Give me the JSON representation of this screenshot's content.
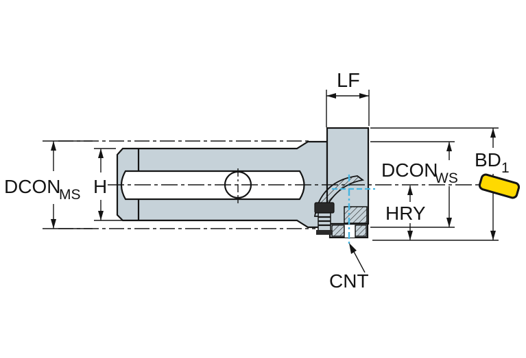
{
  "diagram": {
    "type": "technical-drawing",
    "subject": "boring-bar adapter with clamped head and cutting insert, side section view",
    "labels": {
      "dcon_ms_base": "DCON",
      "dcon_ms_sub": "MS",
      "h": "H",
      "lf": "LF",
      "dcon_ws_base": "DCON",
      "dcon_ws_sub": "WS",
      "bd_base": "BD",
      "bd_sub": "1",
      "hry": "HRY",
      "cnt": "CNT"
    },
    "colors": {
      "body": "#c6d2d9",
      "bore": "#ffffff",
      "outline": "#141414",
      "insert": "#ffd900",
      "coolant_line": "#45b5e2",
      "background": "#ffffff"
    }
  }
}
